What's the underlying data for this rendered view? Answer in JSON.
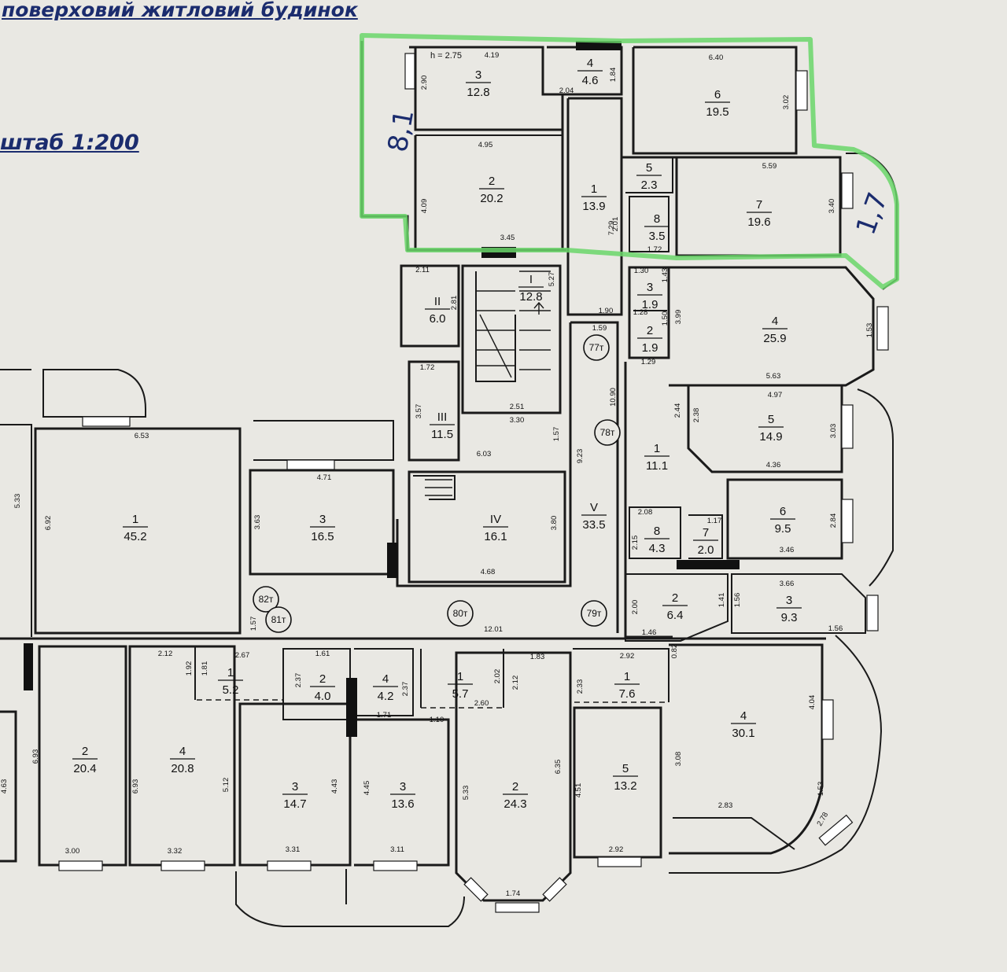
{
  "header": {
    "title": "поверховий житловий будинок",
    "scale": "штаб 1:200"
  },
  "handwritten": {
    "left_label": "8,1",
    "right_label": "1,7"
  },
  "height_note": "h = 2.75",
  "rooms": [
    {
      "id": "r1",
      "num": "3",
      "area": "12.8"
    },
    {
      "id": "r2",
      "num": "4",
      "area": "4.6"
    },
    {
      "id": "r3",
      "num": "6",
      "area": "19.5"
    },
    {
      "id": "r4",
      "num": "2",
      "area": "20.2"
    },
    {
      "id": "r5",
      "num": "1",
      "area": "13.9"
    },
    {
      "id": "r6",
      "num": "5",
      "area": "2.3"
    },
    {
      "id": "r7",
      "num": "8",
      "area": "3.5"
    },
    {
      "id": "r8",
      "num": "7",
      "area": "19.6"
    },
    {
      "id": "r9",
      "num": "II",
      "area": "6.0"
    },
    {
      "id": "r10",
      "num": "I",
      "area": "12.8"
    },
    {
      "id": "r11",
      "num": "3",
      "area": "1.9"
    },
    {
      "id": "r12",
      "num": "2",
      "area": "1.9"
    },
    {
      "id": "r13",
      "num": "4",
      "area": "25.9"
    },
    {
      "id": "r14",
      "num": "III",
      "area": "11.5"
    },
    {
      "id": "r15",
      "num": "5",
      "area": "14.9"
    },
    {
      "id": "r16",
      "num": "1",
      "area": "11.1"
    },
    {
      "id": "r17",
      "num": "1",
      "area": "45.2"
    },
    {
      "id": "r18",
      "num": "3",
      "area": "16.5"
    },
    {
      "id": "r19",
      "num": "IV",
      "area": "16.1"
    },
    {
      "id": "r20",
      "num": "V",
      "area": "33.5"
    },
    {
      "id": "r21",
      "num": "8",
      "area": "4.3"
    },
    {
      "id": "r22",
      "num": "7",
      "area": "2.0"
    },
    {
      "id": "r23",
      "num": "6",
      "area": "9.5"
    },
    {
      "id": "r24",
      "num": "2",
      "area": "6.4"
    },
    {
      "id": "r25",
      "num": "3",
      "area": "9.3"
    },
    {
      "id": "r26",
      "num": "1",
      "area": "5.2"
    },
    {
      "id": "r27",
      "num": "2",
      "area": "4.0"
    },
    {
      "id": "r28",
      "num": "4",
      "area": "4.2"
    },
    {
      "id": "r29",
      "num": "1",
      "area": "5.7"
    },
    {
      "id": "r30",
      "num": "1",
      "area": "7.6"
    },
    {
      "id": "r31",
      "num": "4",
      "area": "30.1"
    },
    {
      "id": "r32",
      "num": "2",
      "area": "20.4"
    },
    {
      "id": "r33",
      "num": "4",
      "area": "20.8"
    },
    {
      "id": "r34",
      "num": "3",
      "area": "14.7"
    },
    {
      "id": "r35",
      "num": "3",
      "area": "13.6"
    },
    {
      "id": "r36",
      "num": "2",
      "area": "24.3"
    },
    {
      "id": "r37",
      "num": "5",
      "area": "13.2"
    }
  ],
  "circles": [
    "77т",
    "78т",
    "80т",
    "79т",
    "82т",
    "81т"
  ],
  "dims": [
    "4.19",
    "2.90",
    "1.84",
    "6.40",
    "3.02",
    "2.04",
    "4.95",
    "4.09",
    "3.45",
    "7.29",
    "5.59",
    "3.40",
    "2.01",
    "1.72",
    "2.11",
    "2.81",
    "5.27",
    "1.30",
    "1.43",
    "1.28",
    "1.50",
    "3.99",
    "1.53",
    "1.90",
    "1.59",
    "1.72",
    "2.51",
    "3.30",
    "5.63",
    "1.29",
    "4.97",
    "2.38",
    "3.03",
    "2.44",
    "3.57",
    "1.57",
    "10.90",
    "6.53",
    "6.03",
    "4.36",
    "9.23",
    "4.71",
    "5.33",
    "6.92",
    "3.63",
    "3.80",
    "2.08",
    "1.17",
    "2.84",
    "3.46",
    "2.15",
    "4.68",
    "3.66",
    "2.00",
    "1.41",
    "1.56",
    "1.46",
    "1.57",
    "12.01",
    "1.56",
    "0.82",
    "2.12",
    "1.92",
    "1.81",
    "2.67",
    "1.61",
    "1.83",
    "2.92",
    "2.37",
    "2.37",
    "2.02",
    "2.12",
    "2.33",
    "2.60",
    "1.71",
    "1.10",
    "4.04",
    "6.93",
    "6.93",
    "5.12",
    "4.43",
    "4.45",
    "5.33",
    "6.35",
    "4.51",
    "3.08",
    "4.63",
    "1.53",
    "2.83",
    "2.78",
    "3.00",
    "3.32",
    "3.31",
    "3.11",
    "2.92",
    "1.74"
  ]
}
